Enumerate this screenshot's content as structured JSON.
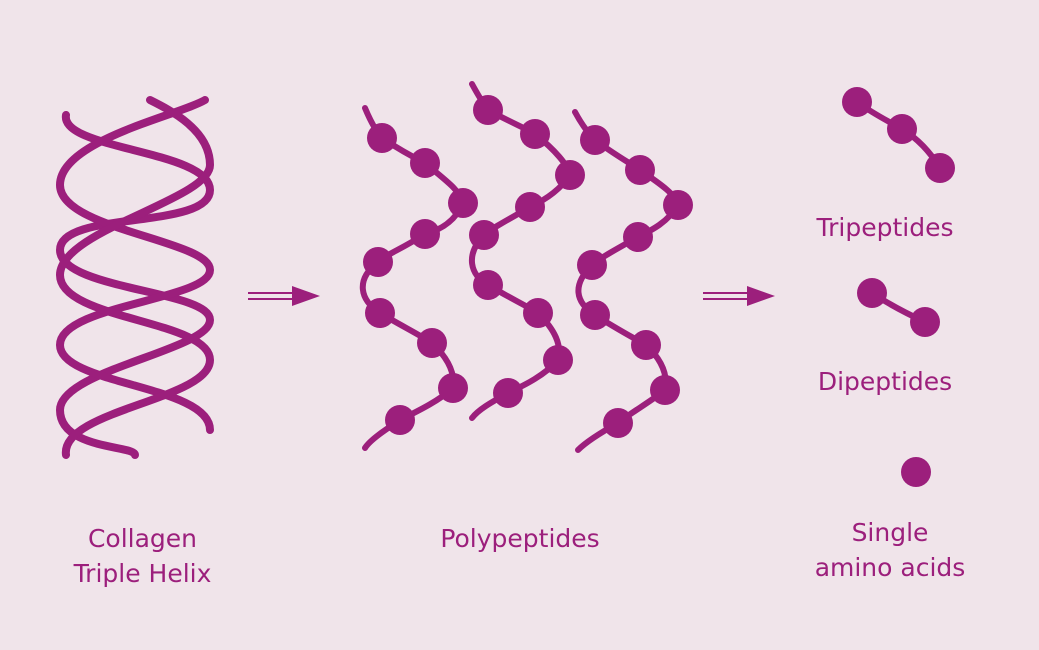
{
  "colors": {
    "background": "#f0e4ea",
    "accent": "#9c1f7c"
  },
  "labels": {
    "triple_helix": [
      "Collagen",
      "Triple Helix"
    ],
    "polypeptides": "Polypeptides",
    "tripeptides": "Tripeptides",
    "dipeptides": "Dipeptides",
    "single": [
      "Single",
      "amino acids"
    ]
  }
}
